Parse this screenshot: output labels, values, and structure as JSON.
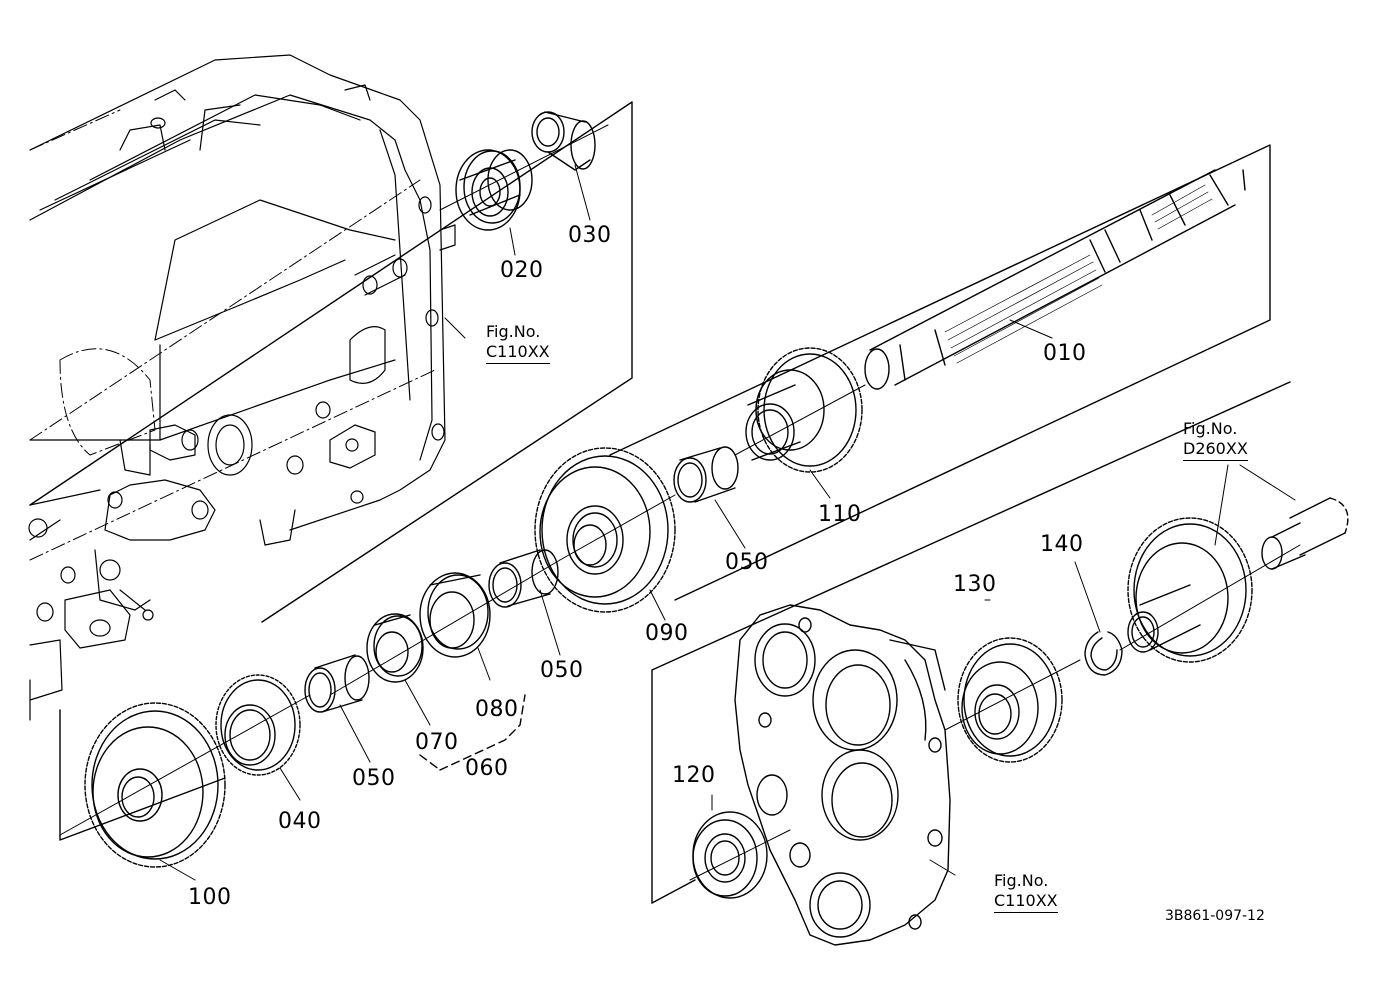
{
  "parts": [
    {
      "id": "p010",
      "label": "010"
    },
    {
      "id": "p020",
      "label": "020"
    },
    {
      "id": "p030",
      "label": "030"
    },
    {
      "id": "p040",
      "label": "040"
    },
    {
      "id": "p050a",
      "label": "050"
    },
    {
      "id": "p050b",
      "label": "050"
    },
    {
      "id": "p050c",
      "label": "050"
    },
    {
      "id": "p060",
      "label": "060"
    },
    {
      "id": "p070",
      "label": "070"
    },
    {
      "id": "p080",
      "label": "080"
    },
    {
      "id": "p090",
      "label": "090"
    },
    {
      "id": "p100",
      "label": "100"
    },
    {
      "id": "p110",
      "label": "110"
    },
    {
      "id": "p120",
      "label": "120"
    },
    {
      "id": "p130",
      "label": "130"
    },
    {
      "id": "p140",
      "label": "140"
    }
  ],
  "references": [
    {
      "id": "ref1",
      "prefix": "Fig.No.",
      "code": "C110XX"
    },
    {
      "id": "ref2",
      "prefix": "Fig.No.",
      "code": "D260XX"
    },
    {
      "id": "ref3",
      "prefix": "Fig.No.",
      "code": "C110XX"
    }
  ],
  "drawing_number": "3B861-097-12"
}
